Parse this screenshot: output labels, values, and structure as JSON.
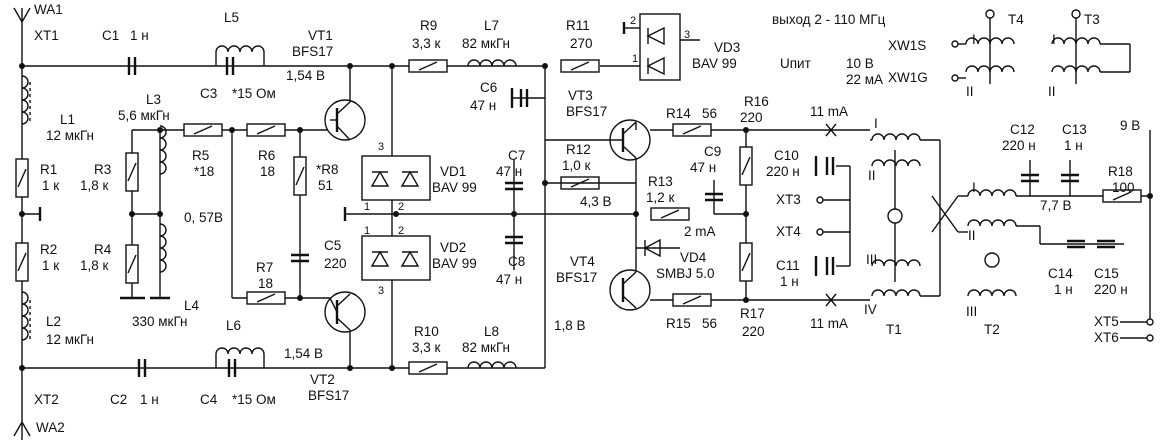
{
  "title": "выход  2 - 110 МГц",
  "supply": {
    "label": "Uпит",
    "voltage": "10 В",
    "current": "22 мА"
  },
  "connectors": {
    "xt1": "XT1",
    "xt2": "XT2",
    "xt3": "XT3",
    "xt4": "XT4",
    "xt5": "XT5",
    "xt6": "XT6",
    "xw1s": "XW1S",
    "xw1g": "XW1G",
    "wa1": "WA1",
    "wa2": "WA2"
  },
  "components": {
    "c1": "C1",
    "c1v": "1 н",
    "c2": "C2",
    "c2v": "1 н",
    "l5": "L5",
    "c3": "C3",
    "c3v": "*15 Ом",
    "l6": "L6",
    "c4": "C4",
    "c4v": "*15 Ом",
    "l1": "L1",
    "l1v": "12 мкГн",
    "l2": "L2",
    "l2v": "12 мкГн",
    "l3": "L3",
    "l3v": "5,6 мкГн",
    "l4": "L4",
    "l4v": "330 мкГн",
    "r1": "R1",
    "r1v": "1 к",
    "r2": "R2",
    "r2v": "1 к",
    "r3": "R3",
    "r3v": "1,8 к",
    "r4": "R4",
    "r4v": "1,8 к",
    "r5": "R5",
    "r5v": "*18",
    "r6": "R6",
    "r6v": "18",
    "r7": "R7",
    "r7v": "18",
    "r8": "*R8",
    "r8v": "51",
    "c5": "C5",
    "c5v": "220",
    "vt1": "VT1",
    "vt1t": "BFS17",
    "vt2": "VT2",
    "vt2t": "BFS17",
    "vt3": "VT3",
    "vt3t": "BFS17",
    "vt4": "VT4",
    "vt4t": "BFS17",
    "r9": "R9",
    "r9v": "3,3 к",
    "r10": "R10",
    "r10v": "3,3 к",
    "l7": "L7",
    "l7v": "82 мкГн",
    "l8": "L8",
    "l8v": "82 мкГн",
    "r11": "R11",
    "r11v": "270",
    "vd3": "VD3",
    "vd3t": "BAV 99",
    "c6": "C6",
    "c6v": "47 н",
    "vd1": "VD1",
    "vd1t": "BAV 99",
    "vd2": "VD2",
    "vd2t": "BAV 99",
    "c7": "C7",
    "c7v": "47 н",
    "c8": "C8",
    "c8v": "47 н",
    "r12": "R12",
    "r12v": "1,0 к",
    "r13": "R13",
    "r13v": "1,2 к",
    "c9": "C9",
    "c9v": "47 н",
    "vd4": "VD4",
    "vd4t": "SMBJ 5.0",
    "r14": "R14",
    "r14v": "56",
    "r15": "R15",
    "r15v": "56",
    "r16": "R16",
    "r16v": "220",
    "r17": "R17",
    "r17v": "220",
    "c10": "C10",
    "c10v": "220 н",
    "c11": "C11",
    "c11v": "1 н",
    "c12": "C12",
    "c12v": "220 н",
    "c13": "C13",
    "c13v": "1 н",
    "c14": "C14",
    "c14v": "1 н",
    "c15": "C15",
    "c15v": "220 н",
    "r18": "R18",
    "r18v": "100",
    "t1": "T1",
    "t2": "T2",
    "t3": "T3",
    "t4": "T4"
  },
  "annotations": {
    "v154a": "1,54 В",
    "v154b": "1,54 В",
    "v057": "0, 57В",
    "v43": "4,3 В",
    "v18": "1,8 В",
    "v77": "7,7 В",
    "v9": "9 В",
    "i11a": "11 mA",
    "i11b": "11 mA",
    "i2": "2 mA"
  },
  "pins": {
    "p1": "1",
    "p2": "2",
    "p3": "3"
  },
  "windings": {
    "w1": "I",
    "w2": "II",
    "w3": "III",
    "w4": "IV"
  }
}
